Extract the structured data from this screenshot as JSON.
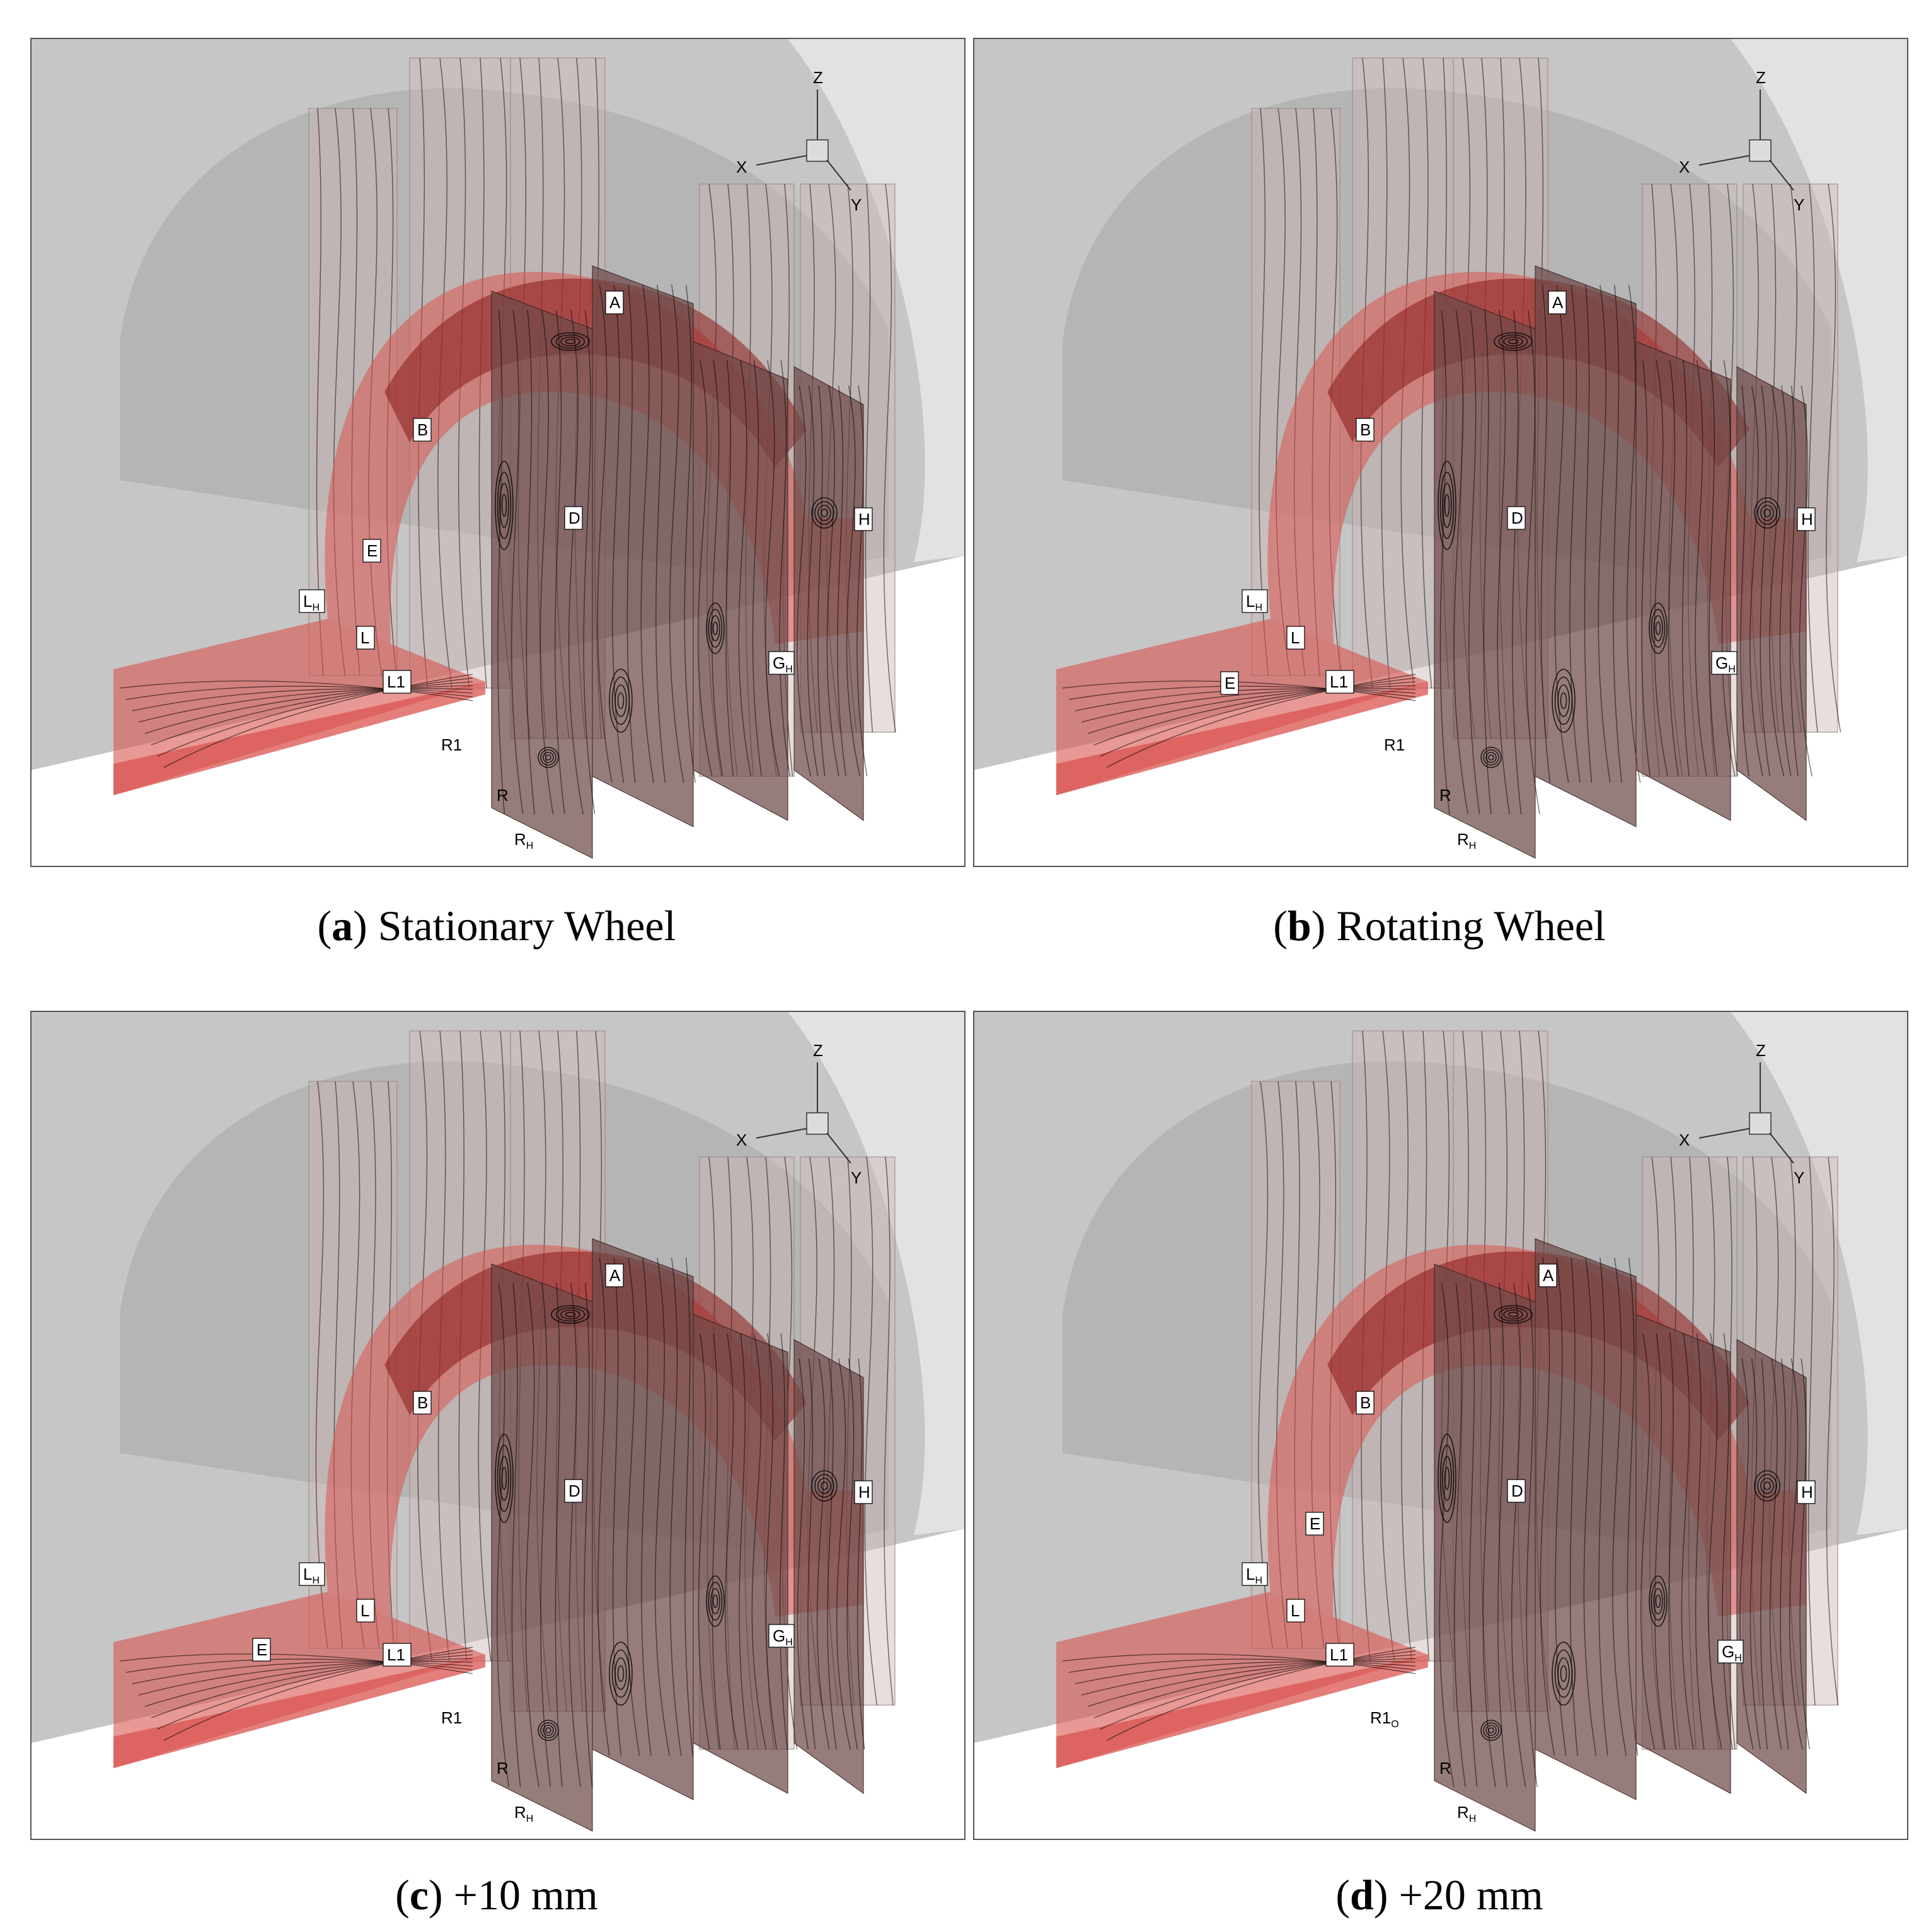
{
  "panels": [
    {
      "caption_letter": "a",
      "caption_text": "Stationary Wheel",
      "labels": {
        "A": "A",
        "B": "B",
        "D": "D",
        "E": "E",
        "H": "H",
        "GH": "G",
        "GH_sub": "H",
        "LH": "L",
        "LH_sub": "H",
        "L": "L",
        "L1": "L1",
        "R1": "R1",
        "R1_sub": "",
        "R": "R",
        "RH": "R",
        "RH_sub": "H"
      }
    },
    {
      "caption_letter": "b",
      "caption_text": "Rotating Wheel",
      "labels": {
        "A": "A",
        "B": "B",
        "D": "D",
        "E": "E",
        "H": "H",
        "GH": "G",
        "GH_sub": "H",
        "LH": "L",
        "LH_sub": "H",
        "L": "L",
        "L1": "L1",
        "R1": "R1",
        "R1_sub": "",
        "R": "R",
        "RH": "R",
        "RH_sub": "H"
      }
    },
    {
      "caption_letter": "c",
      "caption_text": "+10 mm",
      "labels": {
        "A": "A",
        "B": "B",
        "D": "D",
        "E": "E",
        "H": "H",
        "GH": "G",
        "GH_sub": "H",
        "LH": "L",
        "LH_sub": "H",
        "L": "L",
        "L1": "L1",
        "R1": "R1",
        "R1_sub": "",
        "R": "R",
        "RH": "R",
        "RH_sub": "H"
      }
    },
    {
      "caption_letter": "d",
      "caption_text": "+20 mm",
      "labels": {
        "A": "A",
        "B": "B",
        "D": "D",
        "E": "E",
        "H": "H",
        "GH": "G",
        "GH_sub": "H",
        "LH": "L",
        "LH_sub": "H",
        "L": "L",
        "L1": "L1",
        "R1": "R1",
        "R1_sub": "O",
        "R": "R",
        "RH": "R",
        "RH_sub": "H"
      }
    }
  ],
  "axes": {
    "x": "X",
    "y": "Y",
    "z": "Z"
  },
  "colors": {
    "body_grey": "#b4b4b4",
    "body_light": "#d8d8d8",
    "red_plane": "#d9534f",
    "dark_red": "#8b1a1a",
    "slice_brown": "#6e4a48",
    "streamline": "#000000"
  }
}
